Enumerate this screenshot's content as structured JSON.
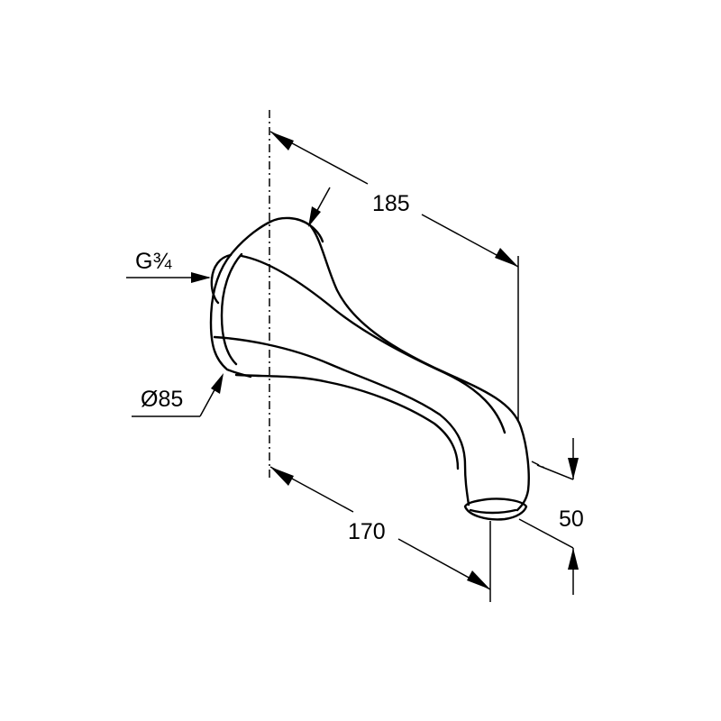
{
  "drawing": {
    "dimensions": {
      "length_top": "185",
      "length_bottom": "170",
      "outlet_height": "50",
      "flange_diameter": "Ø85",
      "thread_base": "G",
      "thread_fraction": "¾"
    }
  }
}
